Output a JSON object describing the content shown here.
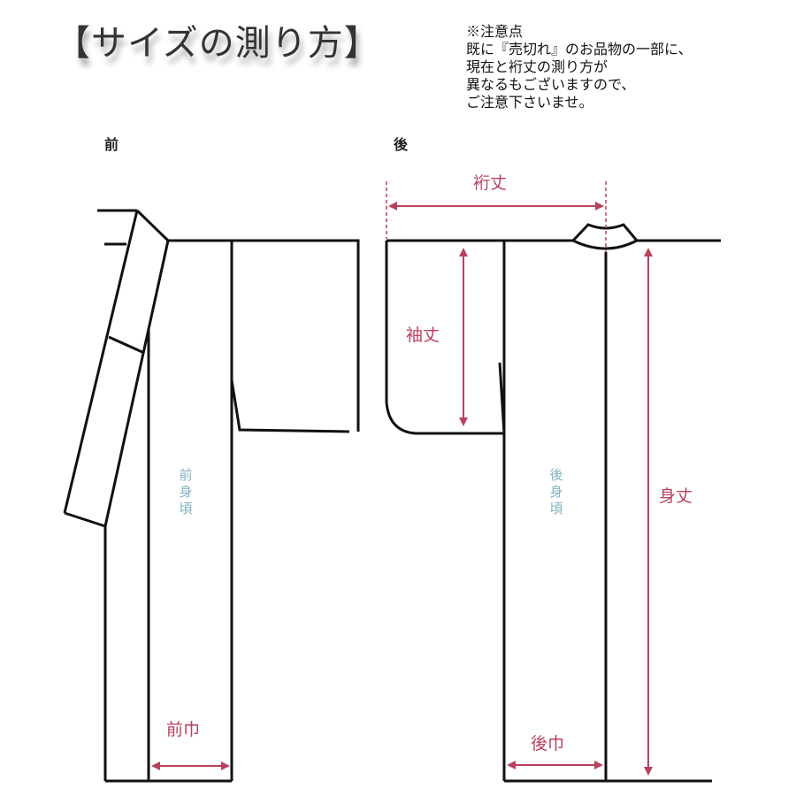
{
  "header": {
    "title": "【サイズの測り方】",
    "notice": {
      "lines": [
        "※注意点",
        "既に『売切れ』のお品物の一部に、",
        "現在と裄丈の測り方が",
        "異なるもございますので、",
        "ご注意下さいませ。"
      ]
    }
  },
  "views": {
    "front": {
      "label": "前",
      "panel_label": [
        "前",
        "身",
        "頃"
      ],
      "width_label": "前巾"
    },
    "back": {
      "label": "後",
      "panel_label": [
        "後",
        "身",
        "頃"
      ],
      "width_label": "後巾"
    }
  },
  "measurements": {
    "yuki": "裄丈",
    "sode": "袖丈",
    "mi": "身丈"
  },
  "colors": {
    "outline": "#111111",
    "measure": "#b8415e",
    "panel_text": "#7fb2bd",
    "highlight": "#f6e78a"
  }
}
